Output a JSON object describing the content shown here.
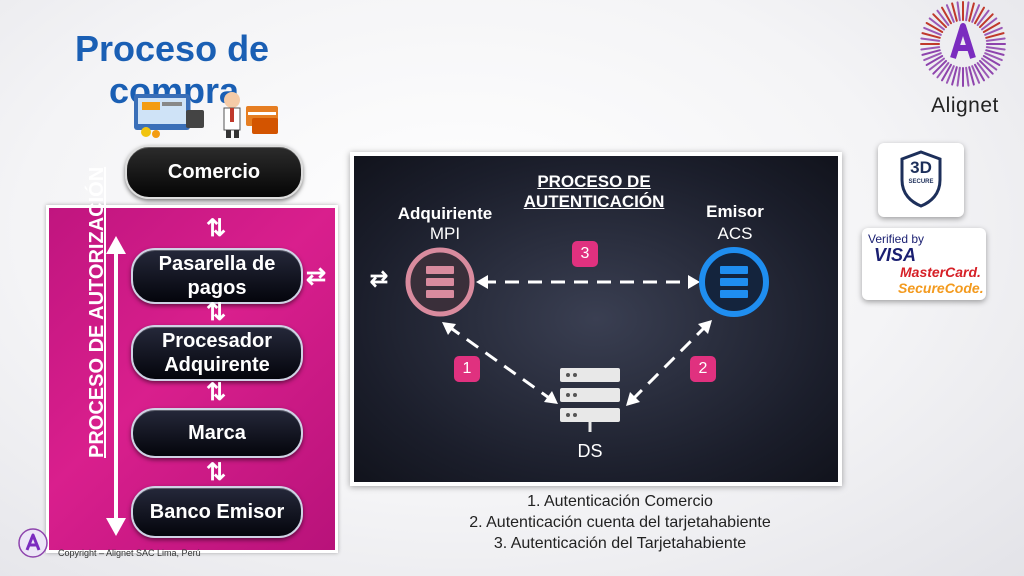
{
  "title": {
    "line1": "Proceso de",
    "line2": "compra"
  },
  "brand": {
    "name": "Alignet"
  },
  "comercio": {
    "label": "Comercio"
  },
  "authorization": {
    "side_label": "PROCESO DE AUTORIZACIÓN",
    "steps": [
      {
        "label_line1": "Pasarella de",
        "label_line2": "pagos"
      },
      {
        "label_line1": "Procesador",
        "label_line2": "Adquirente"
      },
      {
        "label_line1": "Marca",
        "label_line2": ""
      },
      {
        "label_line1": "Banco Emisor",
        "label_line2": ""
      }
    ]
  },
  "authentication": {
    "title_line1": "PROCESO DE",
    "title_line2": "AUTENTICACIÓN",
    "acquirer": {
      "name": "Adquiriente",
      "sub": "MPI"
    },
    "issuer": {
      "name": "Emisor",
      "sub": "ACS"
    },
    "ds": {
      "name": "DS"
    },
    "badges": [
      "1",
      "2",
      "3"
    ]
  },
  "security_badges": {
    "three_d": {
      "big": "3D",
      "small": "SECURE"
    },
    "visa": {
      "line1": "Verified by",
      "line2": "VISA",
      "line3": "MasterCard.",
      "line4": "SecureCode."
    }
  },
  "steps_list": [
    "1.   Autenticación Comercio",
    "2.   Autenticación cuenta del tarjetahabiente",
    "3.   Autenticación del Tarjetahabiente"
  ],
  "copyright": "Copyright – Alignet SAC Lima, Perú",
  "colors": {
    "title": "#1a5fb4",
    "panel_pink": "#d91f8d",
    "badge_pink": "#e0317f",
    "acquirer_ring": "#d98b9e",
    "issuer_ring": "#1f8ef0"
  }
}
